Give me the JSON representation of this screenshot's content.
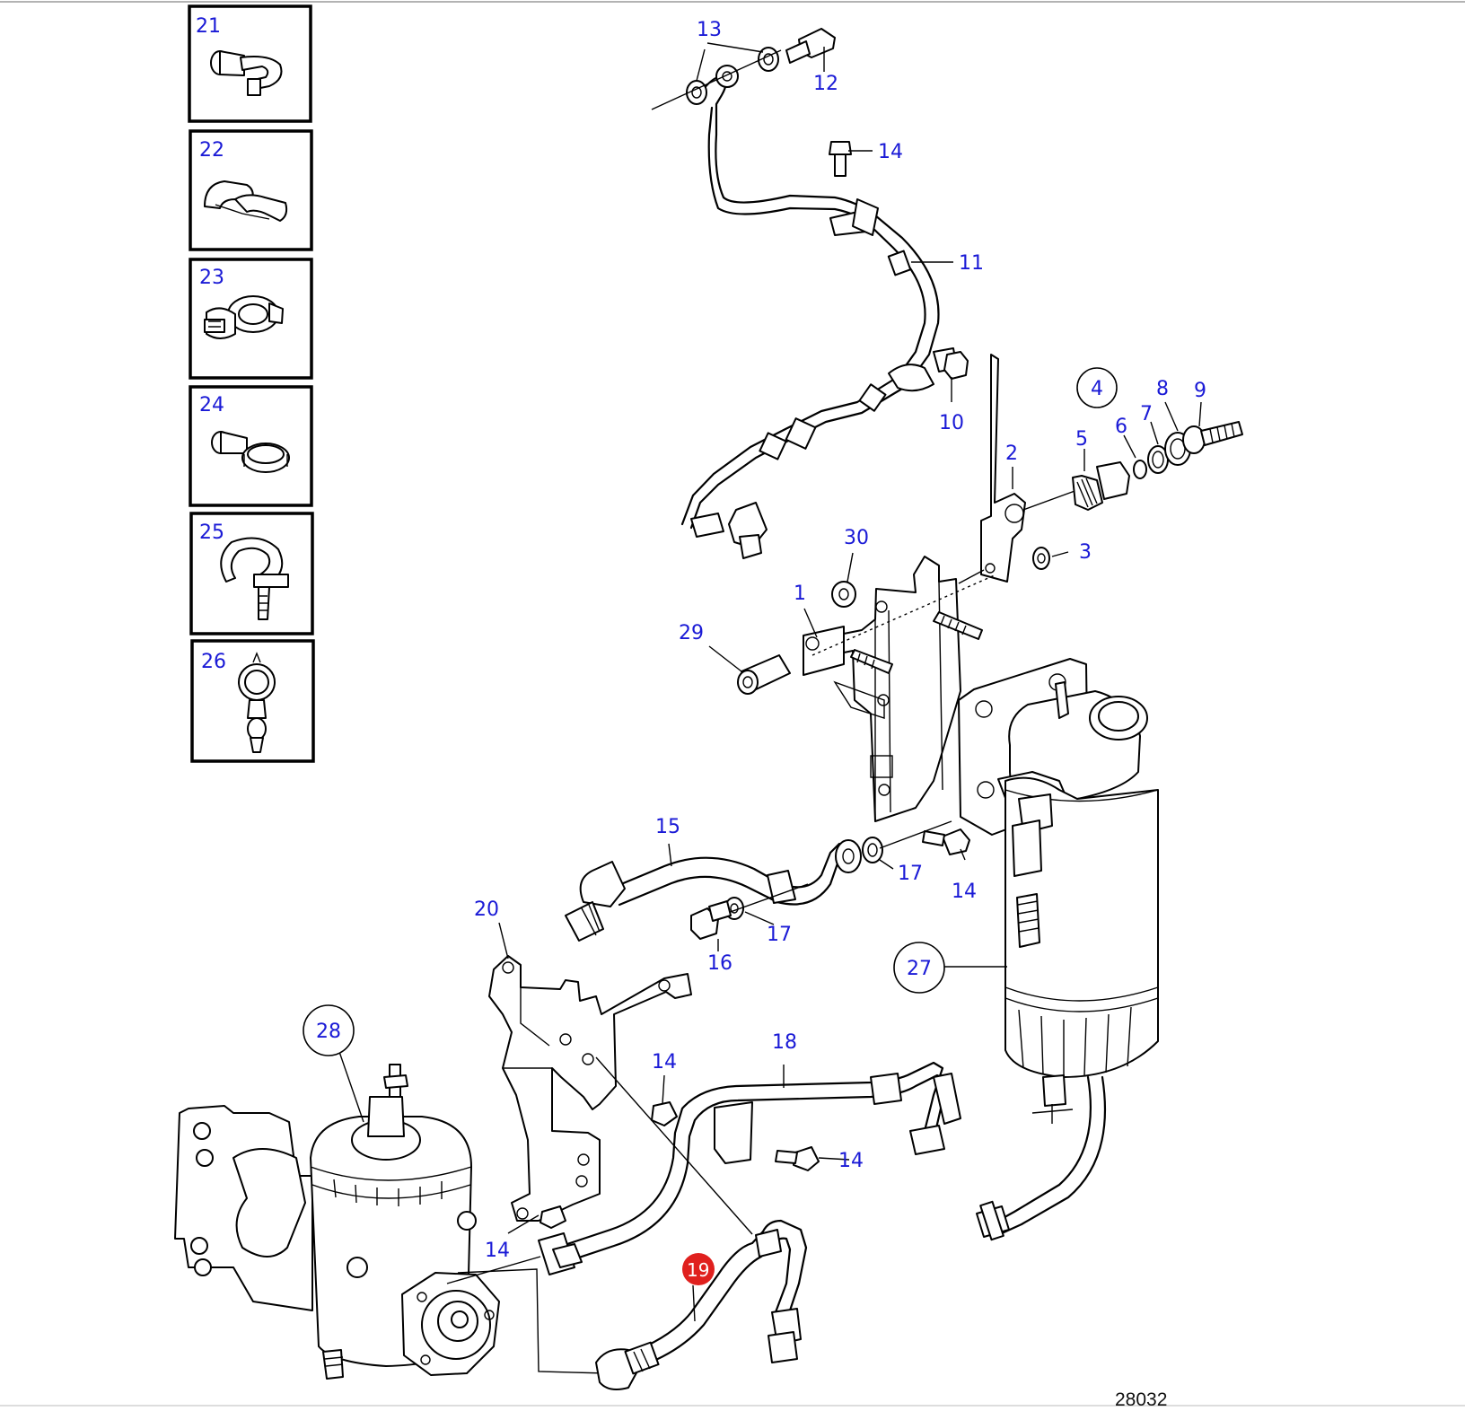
{
  "drawing_number": "28032",
  "colors": {
    "callout_text": "#1a1ad6",
    "highlight": "#e0201e",
    "highlight_text": "#ffffff",
    "line": "#000000"
  },
  "highlighted_item": "19",
  "insets": [
    {
      "label": "21",
      "icon": "hose-clamp-bolt-icon"
    },
    {
      "label": "22",
      "icon": "double-clip-icon"
    },
    {
      "label": "23",
      "icon": "clamp-with-bolt-icon"
    },
    {
      "label": "24",
      "icon": "clamp-band-icon"
    },
    {
      "label": "25",
      "icon": "p-clamp-icon"
    },
    {
      "label": "26",
      "icon": "cable-tie-clamp-icon"
    }
  ],
  "callouts": [
    {
      "label": "13"
    },
    {
      "label": "12"
    },
    {
      "label": "14"
    },
    {
      "label": "11"
    },
    {
      "label": "10"
    },
    {
      "label": "4",
      "circled": true
    },
    {
      "label": "8"
    },
    {
      "label": "9"
    },
    {
      "label": "7"
    },
    {
      "label": "6"
    },
    {
      "label": "5"
    },
    {
      "label": "2"
    },
    {
      "label": "30"
    },
    {
      "label": "3"
    },
    {
      "label": "1"
    },
    {
      "label": "29"
    },
    {
      "label": "15"
    },
    {
      "label": "17"
    },
    {
      "label": "14"
    },
    {
      "label": "17"
    },
    {
      "label": "16"
    },
    {
      "label": "20"
    },
    {
      "label": "27",
      "circled": true
    },
    {
      "label": "28",
      "circled": true
    },
    {
      "label": "18"
    },
    {
      "label": "14"
    },
    {
      "label": "14"
    },
    {
      "label": "14"
    },
    {
      "label": "19",
      "highlighted": true
    }
  ]
}
